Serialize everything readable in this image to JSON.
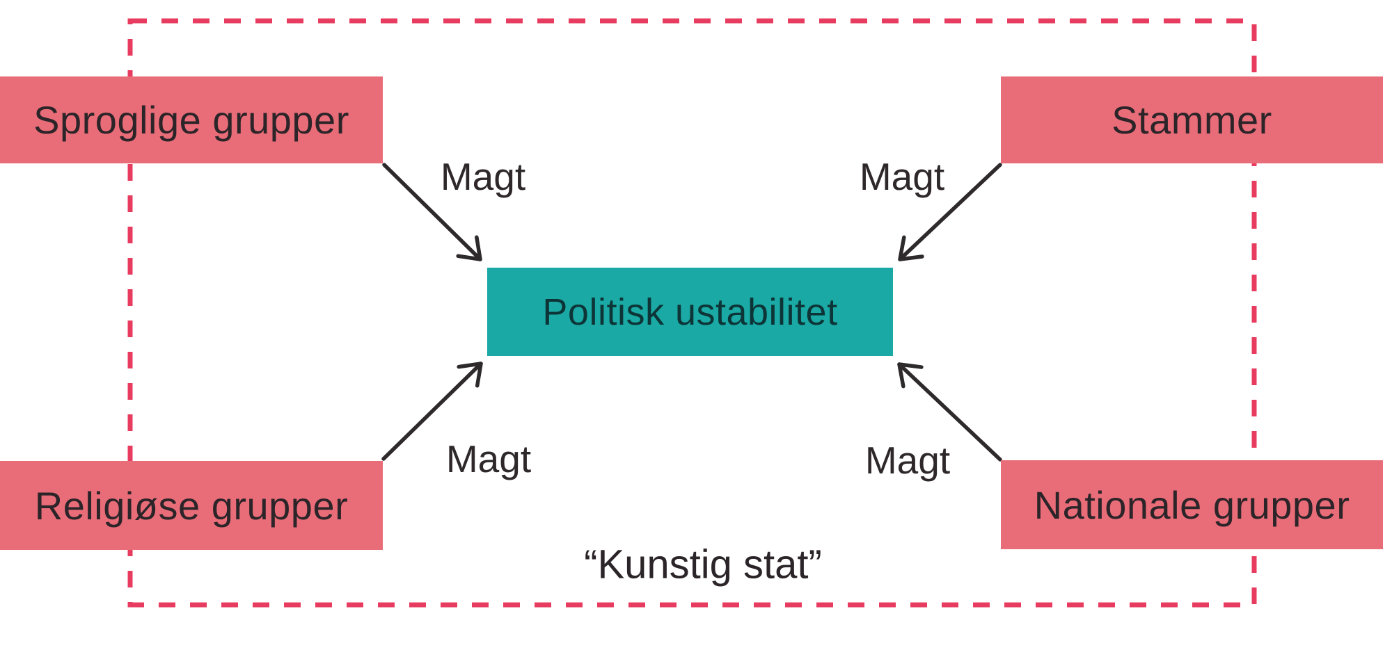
{
  "diagram": {
    "frame": {
      "label": "“Kunstig stat”",
      "style": "dashed"
    },
    "center_node": {
      "label": "Politisk ustabilitet"
    },
    "group_nodes": [
      {
        "label": "Sproglige grupper",
        "position": "top-left"
      },
      {
        "label": "Stammer",
        "position": "top-right"
      },
      {
        "label": "Religiøse grupper",
        "position": "bottom-left"
      },
      {
        "label": "Nationale grupper",
        "position": "bottom-right"
      }
    ],
    "edges": [
      {
        "from": "Sproglige grupper",
        "to": "Politisk ustabilitet",
        "label": "Magt"
      },
      {
        "from": "Stammer",
        "to": "Politisk ustabilitet",
        "label": "Magt"
      },
      {
        "from": "Religiøse grupper",
        "to": "Politisk ustabilitet",
        "label": "Magt"
      },
      {
        "from": "Nationale grupper",
        "to": "Politisk ustabilitet",
        "label": "Magt"
      }
    ],
    "colors": {
      "group_node_fill": "#e96d78",
      "center_node_fill": "#1aa9a4",
      "dashed_frame": "#e73c5f",
      "arrow": "#2e2a2b",
      "group_node_text": "#2b2428",
      "center_node_text": "#0d3538",
      "background": "#ffffff"
    }
  }
}
